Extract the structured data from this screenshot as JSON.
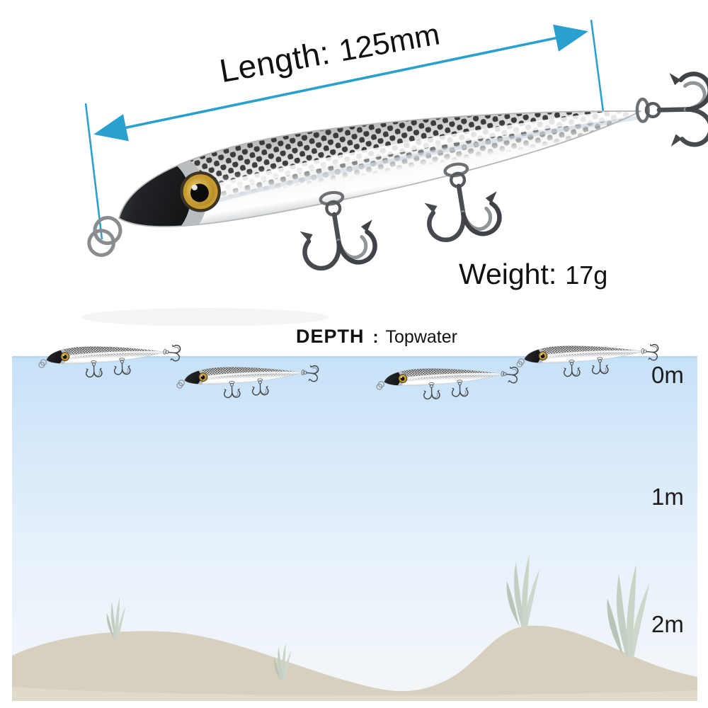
{
  "product": {
    "length_label": "Length:",
    "length_value": "125mm",
    "weight_label": "Weight:",
    "weight_value": "17g"
  },
  "depth_section": {
    "heading_label": "DEPTH",
    "heading_separator": ":",
    "heading_value": "Topwater",
    "depth_markers": [
      {
        "label": "0m"
      },
      {
        "label": "1m"
      },
      {
        "label": "2m"
      }
    ]
  },
  "colors": {
    "dimension_arrow": "#2aa0cf",
    "text": "#111111",
    "water_top": "#c6e1f8",
    "water_bottom": "#f3f7f9",
    "sand": "#d7d0be",
    "seaweed": "#c3cfc2",
    "hook_steel": "#46494d",
    "lure_body_silver": "#e9eaeb",
    "eye_amber": "#d6a930"
  }
}
